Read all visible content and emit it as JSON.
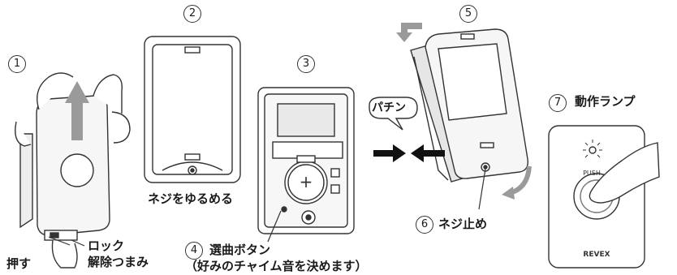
{
  "steps": {
    "s1": "1",
    "s2": "2",
    "s3": "3",
    "s4": "4",
    "s5": "5",
    "s6": "6",
    "s7": "7"
  },
  "labels": {
    "push": "押す",
    "lock_release_1": "ロック",
    "lock_release_2": "解除つまみ",
    "loosen_screw": "ネジをゆるめる",
    "selector_button": "選曲ボタン",
    "selector_note": "（好みのチャイム音を決めます）",
    "snap": "パチン",
    "tighten_screw": "ネジ止め",
    "operation_lamp": "動作ランプ",
    "push_button": "PUSH",
    "brand": "REVEX",
    "battery_plus": "+"
  },
  "colors": {
    "line": "#333333",
    "arrow_gray": "#9a9a9a",
    "arrow_black": "#111111",
    "device_fill": "#f4f4f4"
  }
}
